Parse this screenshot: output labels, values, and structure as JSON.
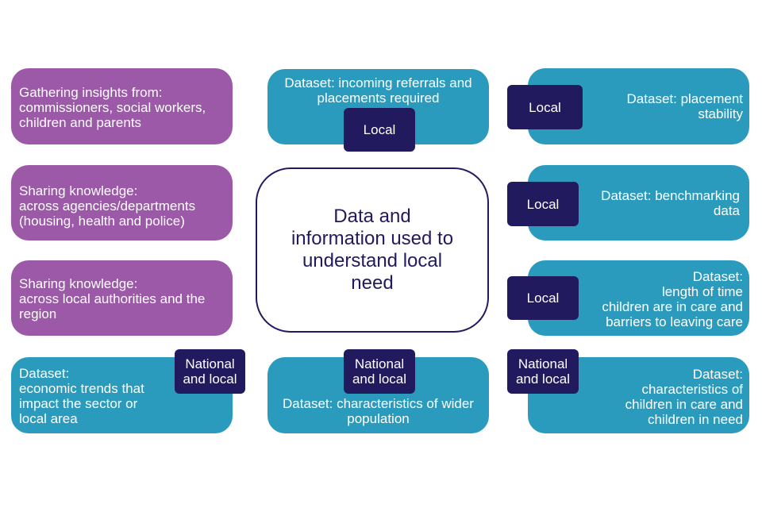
{
  "colors": {
    "purple": "#9b59a8",
    "teal": "#2b9bbd",
    "navy": "#221a5e",
    "white": "#ffffff"
  },
  "center": {
    "text": "Data and\ninformation used to\nunderstand local\nneed"
  },
  "left_boxes": [
    {
      "text": "Gathering insights from:\ncommissioners, social workers,\nchildren and parents"
    },
    {
      "text": "Sharing knowledge:\nacross agencies/departments\n(housing, health and police)"
    },
    {
      "text": "Sharing knowledge:\nacross local authorities and the\nregion"
    },
    {
      "text": "Dataset:\neconomic trends that\nimpact the sector or\nlocal area",
      "tag": "National\nand local"
    }
  ],
  "middle_boxes": [
    {
      "text": "Dataset: incoming referrals and\nplacements required",
      "tag": "Local"
    },
    {
      "text": "Dataset: characteristics of wider\npopulation",
      "tag": "National\nand local"
    }
  ],
  "right_boxes": [
    {
      "text": "Dataset: placement\nstability",
      "tag": "Local"
    },
    {
      "text": "Dataset: benchmarking\ndata",
      "tag": "Local"
    },
    {
      "text": "Dataset:\nlength of time\nchildren are in care and\nbarriers to leaving care",
      "tag": "Local"
    },
    {
      "text": "Dataset:\ncharacteristics of\nchildren in care and\nchildren in need",
      "tag": "National\nand local"
    }
  ]
}
